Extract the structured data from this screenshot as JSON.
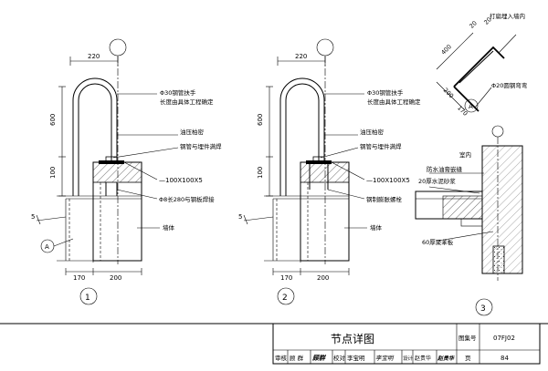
{
  "detail1": {
    "dim_top": "220",
    "dim_600": "600",
    "dim_100": "100",
    "dim_170": "170",
    "dim_200": "200",
    "dim_5": "5",
    "label_handrail": "Φ30钢管扶手",
    "label_length": "长度由具体工程确定",
    "label_seal": "油压柏密",
    "label_weld": "钢管与埋件满焊",
    "label_plate": "—100X100X5",
    "label_anchor": "Φ8长280与钢板焊接",
    "label_wall": "墙体",
    "callout_A": "A",
    "number": "1"
  },
  "detail2": {
    "dim_top": "220",
    "dim_600": "600",
    "dim_100": "100",
    "dim_170": "170",
    "dim_200": "200",
    "dim_5": "5",
    "label_handrail": "Φ30钢管扶手",
    "label_length": "长度由具体工程确定",
    "label_seal": "油压柏密",
    "label_weld": "钢管与埋件满焊",
    "label_plate": "—100X100X5",
    "label_bolt": "钢制膨胀螺栓",
    "label_wall": "墙体",
    "number": "2"
  },
  "detailA": {
    "dim_20a": "20",
    "dim_20b": "20",
    "dim_400": "400",
    "dim_200": "200",
    "dim_170": "170",
    "label_bend": "打扁埋入墙内",
    "label_rod": "Φ20圆钢弯弯",
    "callout": "A"
  },
  "detail3": {
    "label_indoor": "室内",
    "label_waterproof": "防水油膏嵌缝",
    "label_mortar": "20厚水泥砂浆",
    "label_board": "60厚聚苯板",
    "number": "3"
  },
  "title_block": {
    "title": "节点详图",
    "atlas_label": "图集号",
    "atlas_no": "07FJ02",
    "review_label": "审核",
    "review_name": "顾 群",
    "review_sig": "顾群",
    "check_label": "校对",
    "check_name": "李宝明",
    "check_sig": "李宝明",
    "design_label": "设计",
    "design_name": "赵贵华",
    "design_sig": "赵贵华",
    "page_label": "页",
    "page_no": "84"
  }
}
